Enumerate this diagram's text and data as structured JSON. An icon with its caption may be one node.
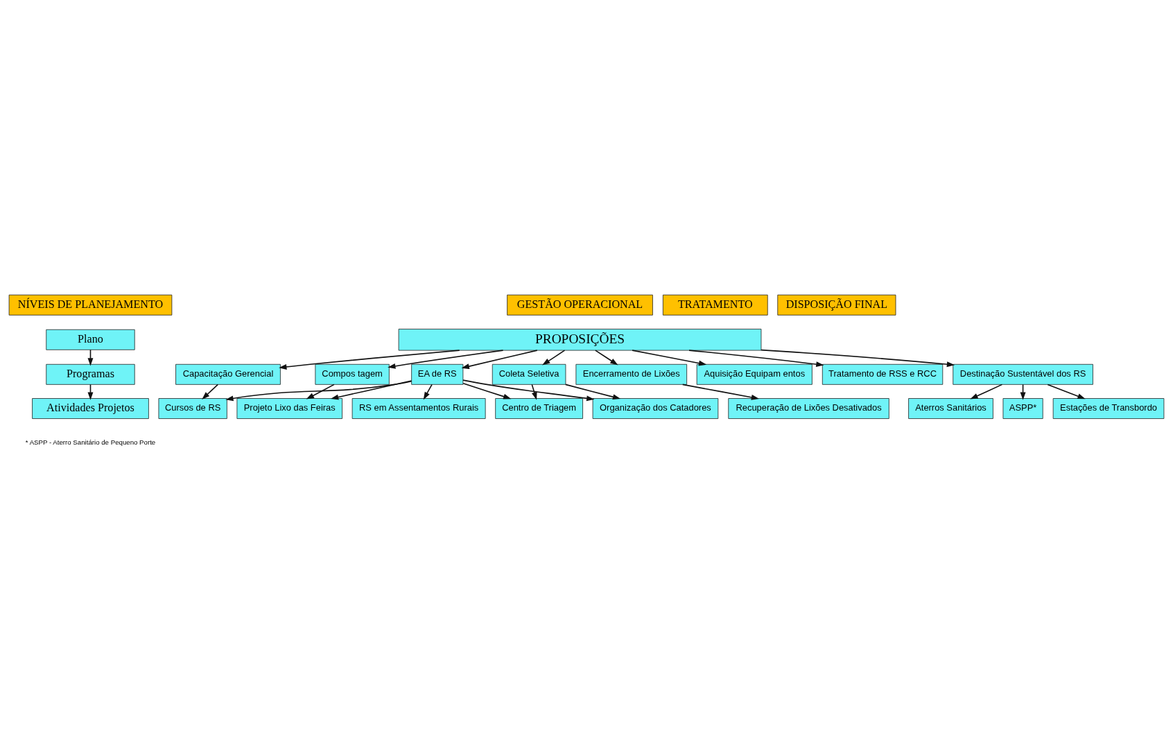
{
  "diagram": {
    "nodes": [
      {
        "text": [
          "NÍVEIS DE PLANEJAMENTO"
        ]
      },
      {
        "text": [
          "GESTÃO OPERACIONAL"
        ]
      },
      {
        "text": [
          "TRATAMENTO"
        ]
      },
      {
        "text": [
          "DISPOSIÇÃO FINAL"
        ]
      },
      {
        "text": [
          "Plano"
        ]
      },
      {
        "text": [
          "Programas"
        ]
      },
      {
        "text": [
          "Atividades Projetos"
        ]
      },
      {
        "text": [
          "PROPOSIÇÕES"
        ]
      },
      {
        "text": [
          "EA de RS"
        ]
      },
      {
        "text": [
          "Capacitação Gerencial"
        ]
      },
      {
        "text": [
          "Compos tagem"
        ]
      },
      {
        "text": [
          "Coleta Seletiva"
        ]
      },
      {
        "text": [
          "Encerramento de Lixões"
        ]
      },
      {
        "text": [
          "Aquisição Equipam entos"
        ]
      },
      {
        "text": [
          "Tratamento de RSS e RCC"
        ]
      },
      {
        "text": [
          "Destinação Sustentável dos RS"
        ]
      },
      {
        "text": [
          "Cursos de RS"
        ]
      },
      {
        "text": [
          "Projeto Lixo das Feiras"
        ]
      },
      {
        "text": [
          "Aterros Sanitários"
        ]
      },
      {
        "text": [
          "ASPP*"
        ]
      },
      {
        "text": [
          "Organização dos Catadores"
        ]
      },
      {
        "text": [
          "RS em Assentamentos Rurais"
        ]
      },
      {
        "text": [
          "Centro de Triagem"
        ]
      },
      {
        "text": [
          "Estações de Transbordo"
        ]
      },
      {
        "text": [
          "Recuperação de Lixões Desativados"
        ]
      }
    ],
    "edges": [
      {
        "from": 4,
        "to": 5,
        "arrow": "to"
      },
      {
        "from": 5,
        "to": 6,
        "arrow": "to"
      },
      {
        "from": 7,
        "to": 8,
        "arrow": "to"
      },
      {
        "from": 7,
        "to": 13,
        "arrow": "to"
      },
      {
        "from": 7,
        "to": 9,
        "arrow": "to"
      },
      {
        "from": 7,
        "to": 10,
        "arrow": "to"
      },
      {
        "from": 7,
        "to": 14,
        "arrow": "to"
      },
      {
        "from": 7,
        "to": 11,
        "arrow": "to"
      },
      {
        "from": 7,
        "to": 15,
        "arrow": "to"
      },
      {
        "from": 7,
        "to": 12,
        "arrow": "to"
      },
      {
        "from": 8,
        "to": 21,
        "arrow": "to"
      },
      {
        "from": 8,
        "to": 16,
        "arrow": "to"
      },
      {
        "from": 9,
        "to": 16,
        "arrow": "to"
      },
      {
        "from": 8,
        "to": 17,
        "arrow": "to"
      },
      {
        "from": 8,
        "to": 20,
        "arrow": "to"
      },
      {
        "from": 8,
        "to": 22,
        "arrow": "to"
      },
      {
        "from": 10,
        "to": 17,
        "arrow": "to"
      },
      {
        "from": 11,
        "to": 20,
        "arrow": "to"
      },
      {
        "from": 11,
        "to": 22,
        "arrow": "to"
      },
      {
        "from": 15,
        "to": 18,
        "arrow": "to"
      },
      {
        "from": 15,
        "to": 19,
        "arrow": "to"
      },
      {
        "from": 15,
        "to": 23,
        "arrow": "to"
      },
      {
        "from": 12,
        "to": 24,
        "arrow": "to"
      }
    ],
    "labels": [
      "* ASPP - Aterro Sanitário de Pequeno Porte"
    ]
  }
}
